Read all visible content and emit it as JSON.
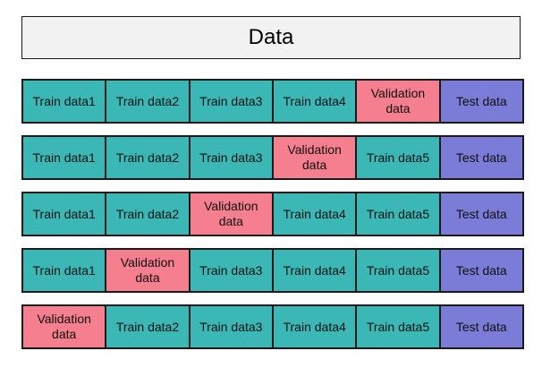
{
  "title": "Data",
  "colors": {
    "train": "#3bb8b6",
    "validation": "#f57f8e",
    "test": "#7b7bd8"
  },
  "folds": [
    {
      "cells": [
        {
          "label": "Train data1",
          "kind": "train"
        },
        {
          "label": "Train data2",
          "kind": "train"
        },
        {
          "label": "Train data3",
          "kind": "train"
        },
        {
          "label": "Train data4",
          "kind": "train"
        },
        {
          "label": "Validation\ndata",
          "kind": "validation"
        },
        {
          "label": "Test data",
          "kind": "test"
        }
      ]
    },
    {
      "cells": [
        {
          "label": "Train data1",
          "kind": "train"
        },
        {
          "label": "Train data2",
          "kind": "train"
        },
        {
          "label": "Train data3",
          "kind": "train"
        },
        {
          "label": "Validation\ndata",
          "kind": "validation"
        },
        {
          "label": "Train data5",
          "kind": "train"
        },
        {
          "label": "Test data",
          "kind": "test"
        }
      ]
    },
    {
      "cells": [
        {
          "label": "Train data1",
          "kind": "train"
        },
        {
          "label": "Train data2",
          "kind": "train"
        },
        {
          "label": "Validation\ndata",
          "kind": "validation"
        },
        {
          "label": "Train data4",
          "kind": "train"
        },
        {
          "label": "Train data5",
          "kind": "train"
        },
        {
          "label": "Test data",
          "kind": "test"
        }
      ]
    },
    {
      "cells": [
        {
          "label": "Train data1",
          "kind": "train"
        },
        {
          "label": "Validation\ndata",
          "kind": "validation"
        },
        {
          "label": "Train data3",
          "kind": "train"
        },
        {
          "label": "Train data4",
          "kind": "train"
        },
        {
          "label": "Train data5",
          "kind": "train"
        },
        {
          "label": "Test data",
          "kind": "test"
        }
      ]
    },
    {
      "cells": [
        {
          "label": "Validation\ndata",
          "kind": "validation"
        },
        {
          "label": "Train data2",
          "kind": "train"
        },
        {
          "label": "Train data3",
          "kind": "train"
        },
        {
          "label": "Train data4",
          "kind": "train"
        },
        {
          "label": "Train data5",
          "kind": "train"
        },
        {
          "label": "Test data",
          "kind": "test"
        }
      ]
    }
  ]
}
